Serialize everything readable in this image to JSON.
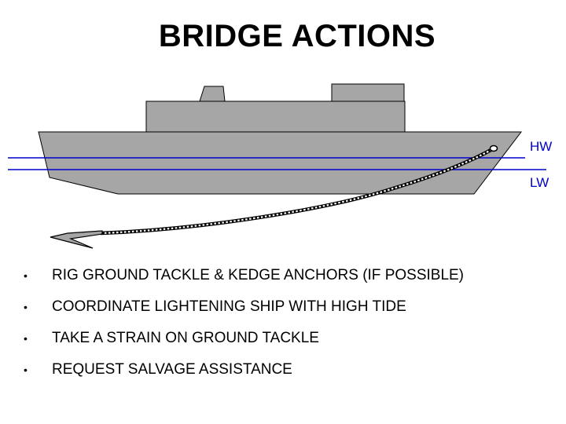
{
  "slide": {
    "title": "BRIDGE ACTIONS",
    "water_levels": {
      "high": "HW",
      "low": "LW",
      "line_color": "#0000cc"
    },
    "colors": {
      "hull": "#a6a6a6",
      "outline": "#000000",
      "label": "#0000cc"
    },
    "bullets": [
      "RIG GROUND TACKLE & KEDGE ANCHORS (IF POSSIBLE)",
      "COORDINATE LIGHTENING SHIP WITH HIGH TIDE",
      "TAKE A STRAIN ON GROUND TACKLE",
      "REQUEST SALVAGE ASSISTANCE"
    ],
    "bullet_glyph": "•"
  }
}
